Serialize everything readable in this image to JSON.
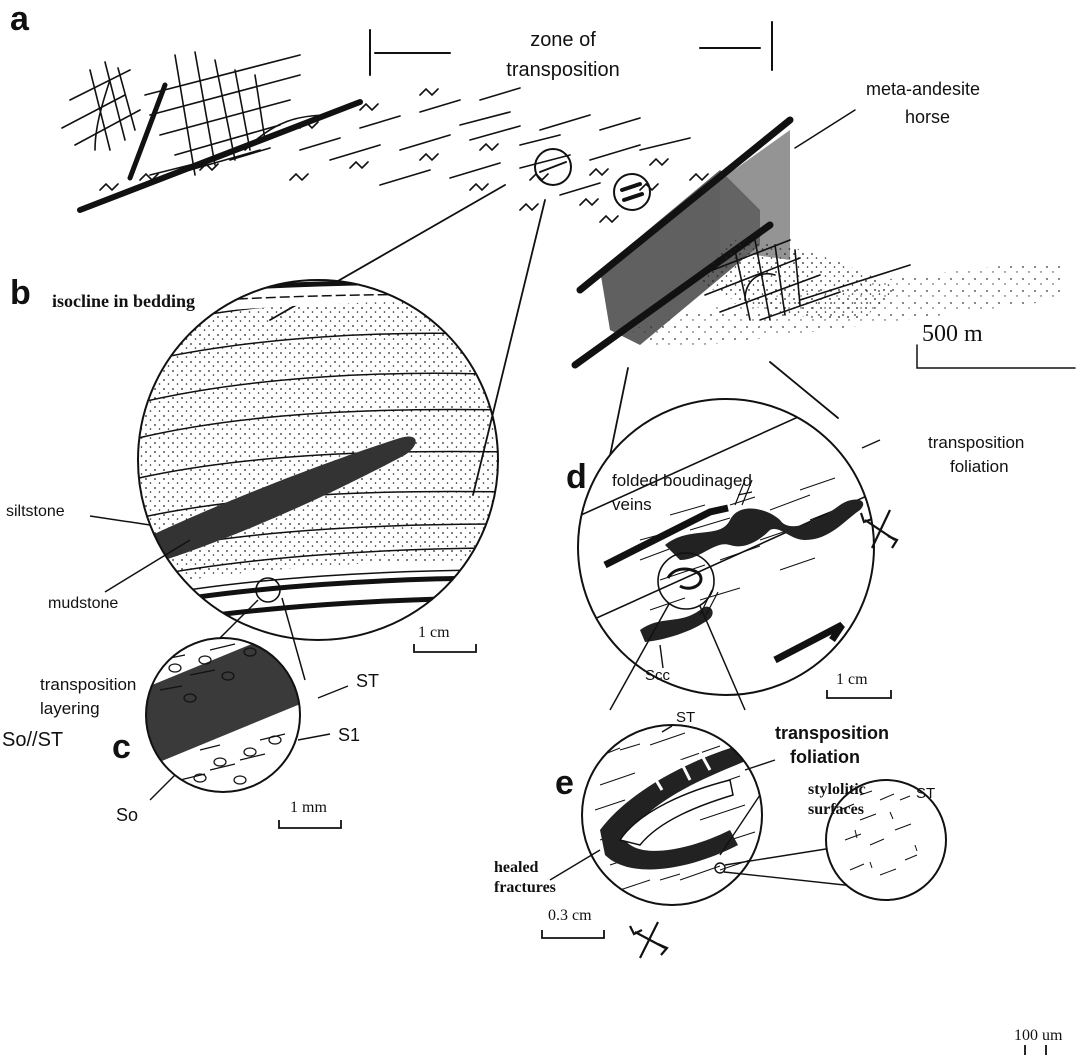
{
  "panels": {
    "a": "a",
    "b": "b",
    "c": "c",
    "d": "d",
    "e": "e"
  },
  "labels": {
    "zone_line1": "zone of",
    "zone_line2": "transposition",
    "horse_line1": "meta-andesite",
    "horse_line2": "horse",
    "isocline": "isocline in bedding",
    "siltstone": "siltstone",
    "mudstone": "mudstone",
    "transposition_layering_1": "transposition",
    "transposition_layering_2": "layering",
    "so_st": "So//ST",
    "st_c": "ST",
    "s1": "S1",
    "so": "So",
    "folded_1": "folded boudinaged",
    "folded_2": "veins",
    "tf_d_1": "transposition",
    "tf_d_2": "foliation",
    "scc": "Scc",
    "st_e": "ST",
    "tf_e_1": "transposition",
    "tf_e_2": "foliation",
    "stylolitic_1": "stylolitic",
    "stylolitic_2": "surfaces",
    "healed_1": "healed",
    "healed_2": "fractures",
    "st_small": "ST"
  },
  "scales": {
    "a": "500  m",
    "b": "1 cm",
    "c": "1 mm",
    "d": "1 cm",
    "e": "0.3 cm",
    "small": "100 um"
  },
  "colors": {
    "ink": "#111111",
    "fill_dark": "#3a3a3a",
    "paper": "#ffffff"
  }
}
